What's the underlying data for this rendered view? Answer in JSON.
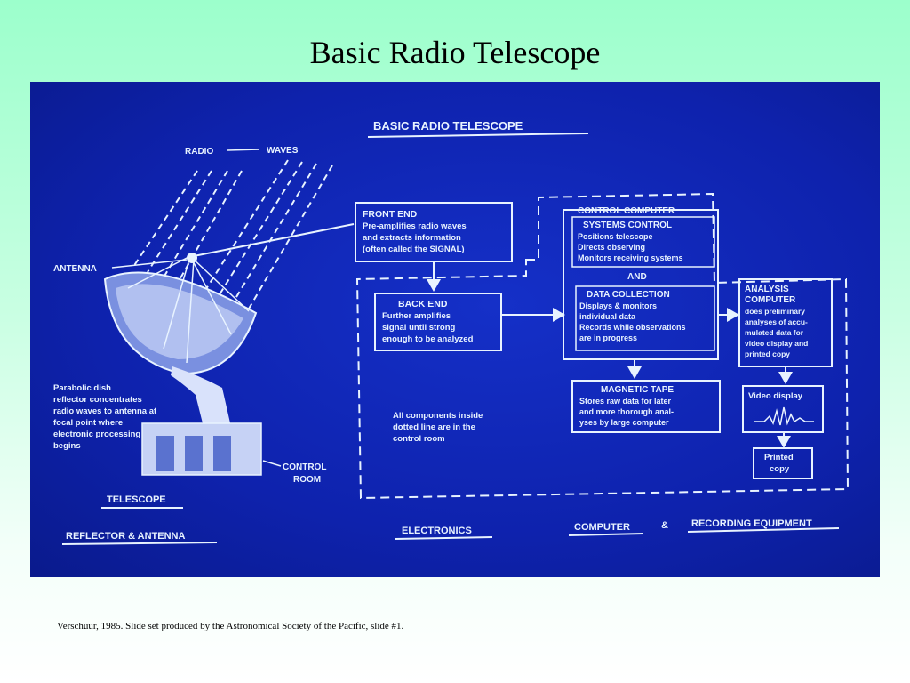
{
  "slide": {
    "title": "Basic Radio Telescope",
    "caption": "Verschuur, 1985. Slide set produced by the Astronomical Society of the Pacific, slide #1."
  },
  "diagram": {
    "heading": "BASIC   RADIO   TELESCOPE",
    "radio": "RADIO",
    "waves": "WAVES",
    "antenna": "ANTENNA",
    "dish_text": [
      "Parabolic dish",
      "reflector concentrates",
      "radio waves to antenna at",
      "focal point where",
      "electronic processing",
      "begins"
    ],
    "control_room": [
      "CONTROL",
      "ROOM"
    ],
    "telescope": "TELESCOPE",
    "reflector_antenna": "REFLECTOR & ANTENNA",
    "front_end": {
      "title": "FRONT END",
      "lines": [
        "Pre-amplifies radio waves",
        "and extracts information",
        "(often called the SIGNAL)"
      ]
    },
    "back_end": {
      "title": "BACK END",
      "lines": [
        "Further amplifies",
        "signal until strong",
        "enough to be analyzed"
      ]
    },
    "all_components": [
      "All components inside",
      "dotted line are in the",
      "control room"
    ],
    "control_computer": "CONTROL COMPUTER",
    "systems_control": {
      "title": "SYSTEMS CONTROL",
      "lines": [
        "Positions telescope",
        "Directs observing",
        "Monitors receiving systems"
      ]
    },
    "and": "AND",
    "data_collection": {
      "title": "DATA COLLECTION",
      "lines": [
        "Displays & monitors",
        "individual data",
        "Records while observations",
        "are in progress"
      ]
    },
    "magnetic_tape": {
      "title": "MAGNETIC TAPE",
      "lines": [
        "Stores raw data for later",
        "and more thorough anal-",
        "yses by large computer"
      ]
    },
    "analysis_computer": {
      "title": [
        "ANALYSIS",
        "COMPUTER"
      ],
      "lines": [
        "does preliminary",
        "analyses of accu-",
        "mulated data for",
        "video display and",
        "printed copy"
      ]
    },
    "video_display": "Video display",
    "printed_copy": [
      "Printed",
      "copy"
    ],
    "electronics": "ELECTRONICS",
    "computer": "COMPUTER",
    "ampersand": "&",
    "recording_equipment": "RECORDING  EQUIPMENT"
  },
  "colors": {
    "slide_bg_top": "#9cffcc",
    "photo_blue": "#0e22ad",
    "ink": "#e8f3ff"
  }
}
